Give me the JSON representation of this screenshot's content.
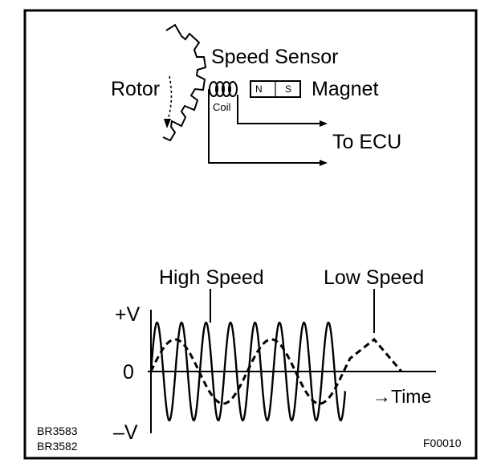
{
  "sensor": {
    "title": "Speed Sensor",
    "rotor_label": "Rotor",
    "magnet_label": "Magnet",
    "coil_label": "Coil",
    "pole_n": "N",
    "pole_s": "S",
    "output_label": "To ECU"
  },
  "waveform": {
    "high_speed_label": "High Speed",
    "low_speed_label": "Low Speed",
    "plus_v_label": "+V",
    "zero_label": "0",
    "minus_v_label": "–V",
    "time_label": "→Time"
  },
  "codes": {
    "ref1": "BR3583",
    "ref2": "BR3582",
    "figure": "F00010"
  }
}
